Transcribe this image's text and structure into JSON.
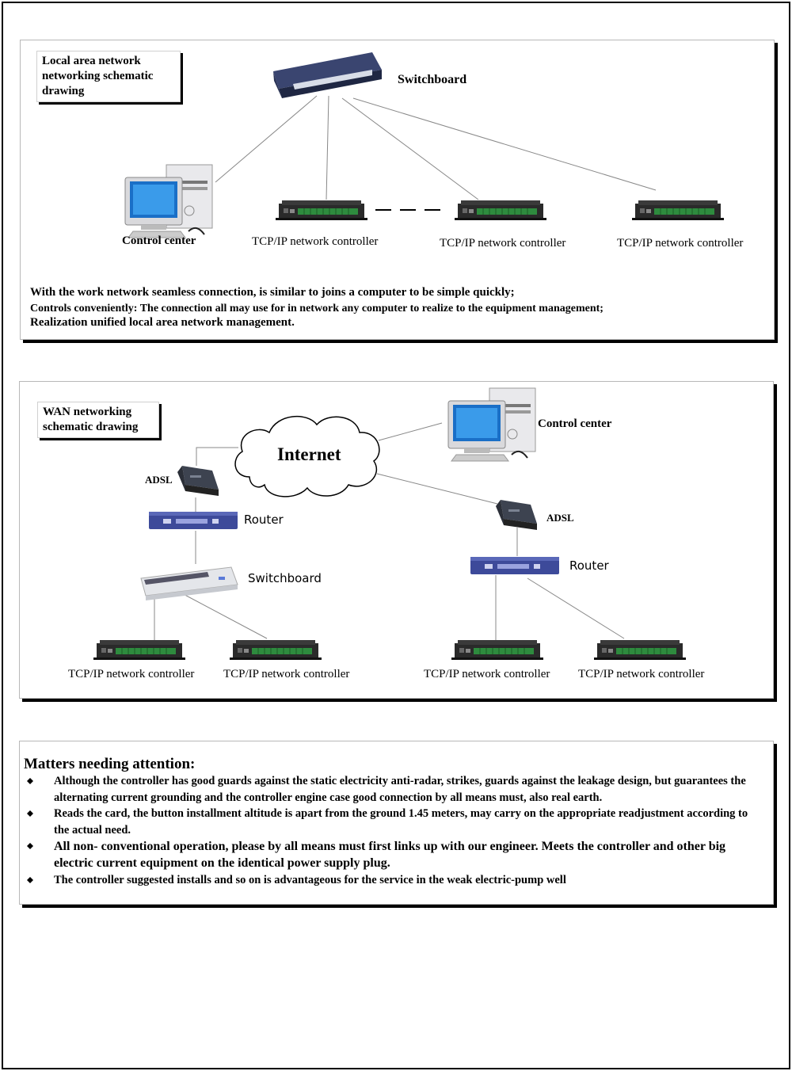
{
  "lan": {
    "title": "Local area network networking schematic drawing",
    "switchboard_label": "Switchboard",
    "control_center_label": "Control center",
    "controller_labels": [
      "TCP/IP network controller",
      "TCP/IP network controller",
      "TCP/IP network controller"
    ],
    "notes": [
      "With the work network seamless connection, is similar to joins a computer to be simple quickly;",
      "Controls conveniently: The connection all may use for in network any computer to realize to the equipment management;",
      "Realization unified local area network management."
    ]
  },
  "wan": {
    "title": "WAN networking schematic drawing",
    "internet_label": "Internet",
    "control_center_label": "Control center",
    "adsl_left_label": "ADSL",
    "adsl_right_label": "ADSL",
    "router_left_label": "Router",
    "router_right_label": "Router",
    "switchboard_label": "Switchboard",
    "controller_labels": [
      "TCP/IP network controller",
      "TCP/IP network controller",
      "TCP/IP network controller",
      "TCP/IP network controller"
    ]
  },
  "attention": {
    "title": "Matters needing attention:",
    "items": [
      "Although the controller has good guards against the static electricity anti-radar, strikes, guards against the leakage design, but guarantees the alternating current grounding and the controller engine case good connection by all means must, also real earth.",
      "Reads the card, the button installment altitude is apart from the ground 1.45 meters, may carry on the appropriate readjustment according to the actual need.",
      "All non- conventional operation, please by all means must first links up with our engineer. Meets the controller and other big electric current equipment on the identical power supply plug.",
      "The controller suggested installs and so on is advantageous for the service in the weak electric-pump well"
    ]
  }
}
